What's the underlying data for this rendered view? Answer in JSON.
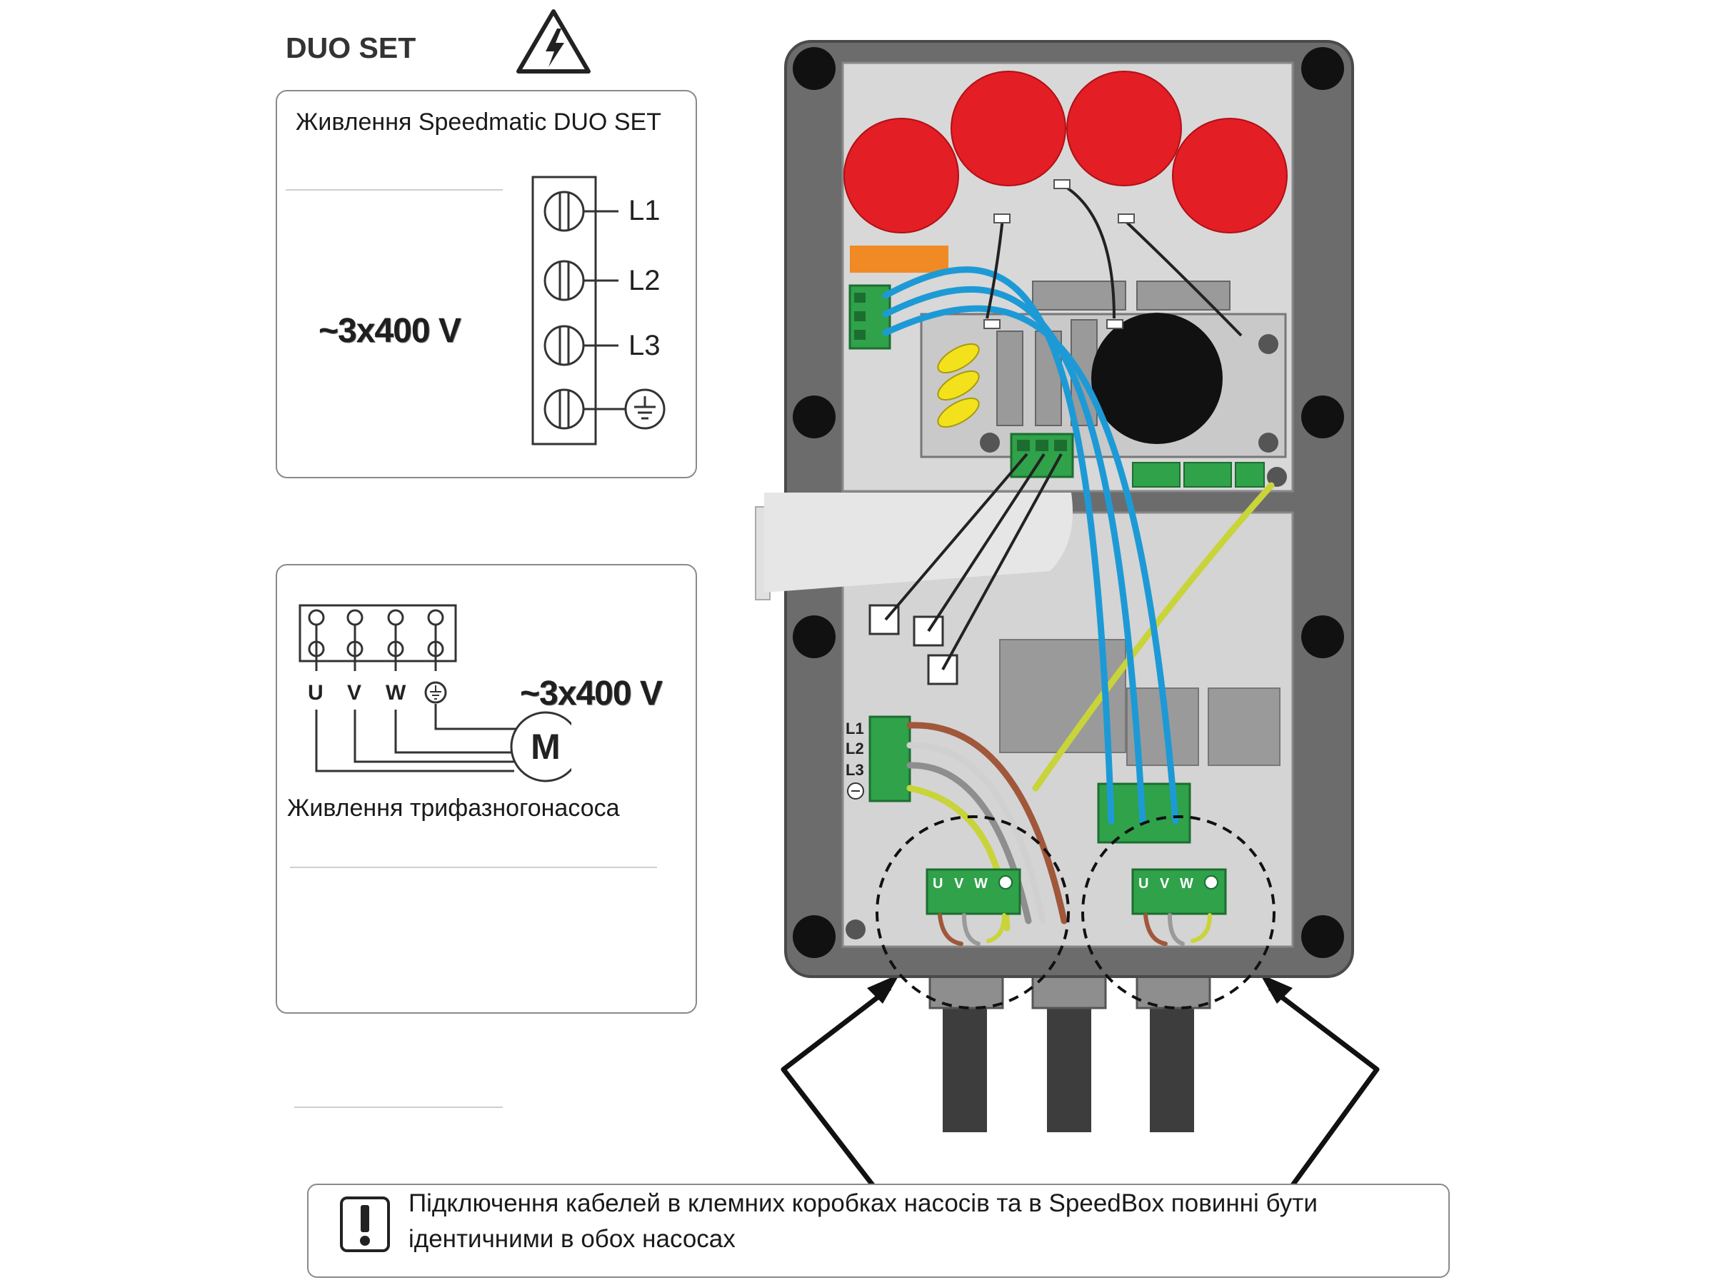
{
  "header": {
    "title": "DUO SET"
  },
  "supply_panel": {
    "title": "Живлення Speedmatic DUO SET",
    "voltage": "~3x400 V",
    "terminals": [
      "L1",
      "L2",
      "L3"
    ]
  },
  "pump_panel": {
    "title": "Живлення трифазногонасоса",
    "voltage": "~3x400 V",
    "terminals": [
      "U",
      "V",
      "W"
    ],
    "motor": "M"
  },
  "box": {
    "mains_labels": [
      "L1",
      "L2",
      "L3"
    ],
    "pump_terminals": [
      "U",
      "V",
      "W"
    ]
  },
  "note": {
    "icon": "exclamation-icon",
    "line1": "Підключення кабелей в клемних коробках насосів та в SpeedBox повинні бути",
    "line2": "ідентичними в обох насосах"
  },
  "colors": {
    "fuse_red": "#e31e24",
    "terminal_green": "#2fa24a",
    "wire_blue": "#1d9ad6",
    "wire_brown": "#a0573a",
    "wire_earth": "#c8d43a",
    "housing": "#6f6f6f",
    "panel": "#d9d9d9",
    "relay_orange": "#f08a24"
  }
}
